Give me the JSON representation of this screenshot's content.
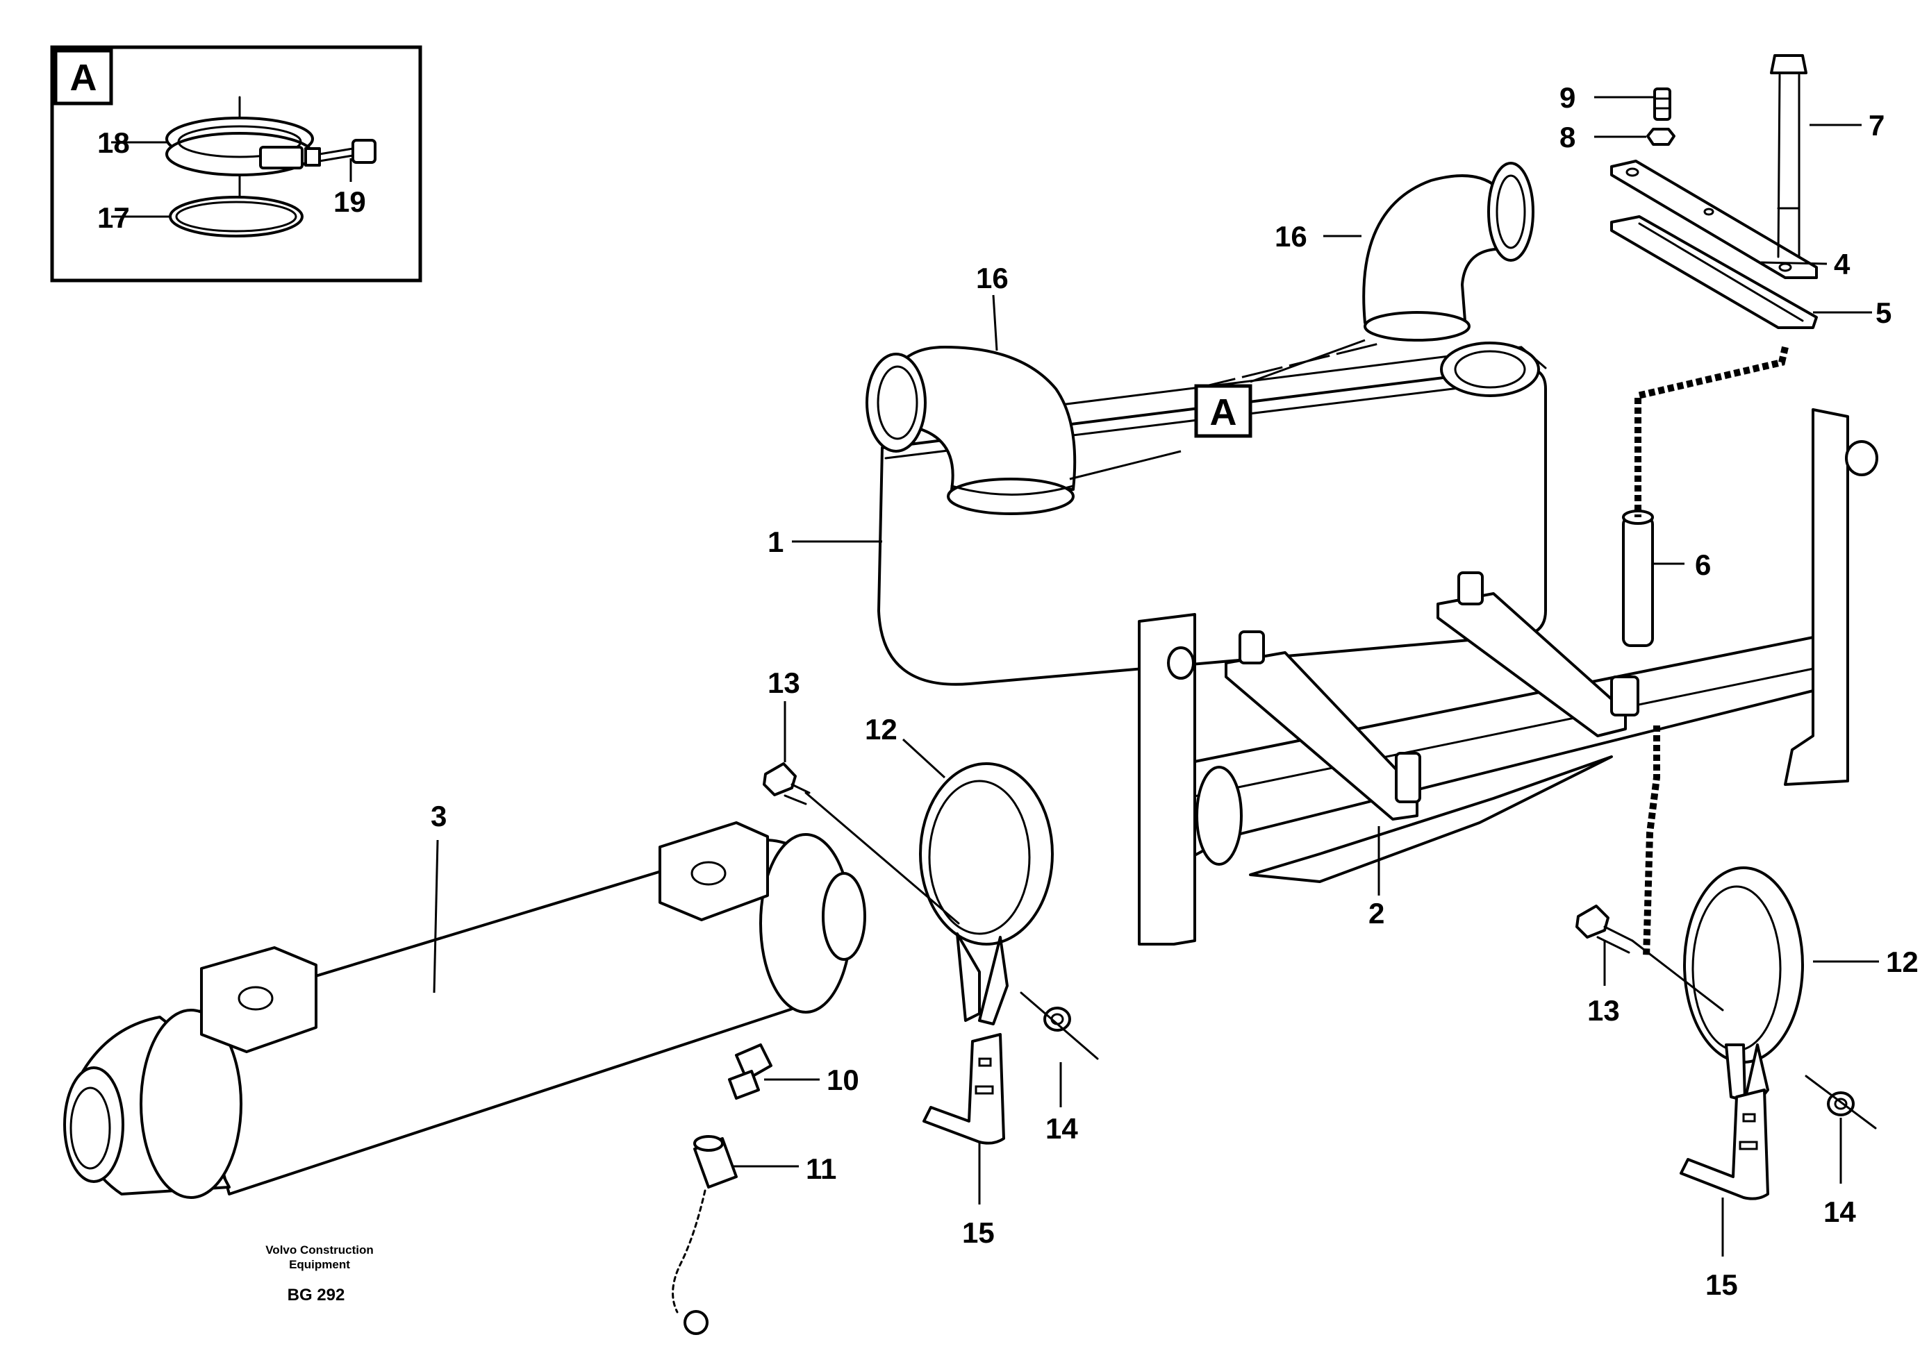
{
  "diagram": {
    "callouts": [
      "1",
      "2",
      "3",
      "4",
      "5",
      "6",
      "7",
      "8",
      "9",
      "10",
      "11",
      "12",
      "12",
      "13",
      "13",
      "14",
      "14",
      "15",
      "15",
      "16",
      "16",
      "17",
      "18",
      "19"
    ],
    "detail_label": "A",
    "footer": {
      "brand_line1": "Volvo Construction",
      "brand_line2": "Equipment",
      "code": "BG 292"
    }
  }
}
